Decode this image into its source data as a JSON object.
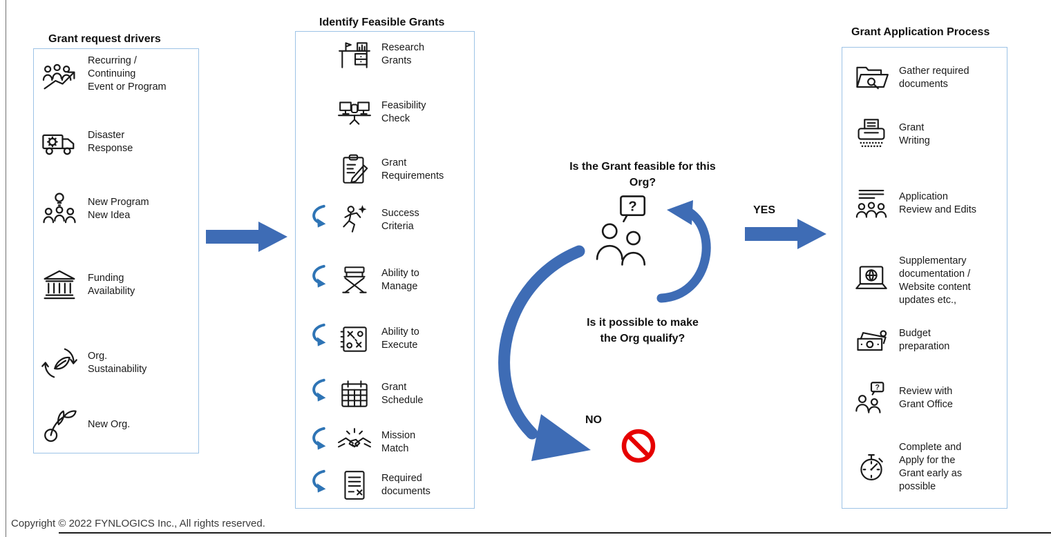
{
  "page": {
    "copyright": "Copyright © 2022 FYNLOGICS Inc., All rights reserved."
  },
  "colors": {
    "arrow-blue": "#3E6CB5",
    "arrow-blue-small": "#2E74B5",
    "no-red": "#E60000",
    "panel-border": "#9DC3E6"
  },
  "drivers": {
    "title": "Grant request drivers",
    "items": [
      {
        "label": "Recurring /\nContinuing\nEvent or Program",
        "icon": "recurring-event-icon"
      },
      {
        "label": "Disaster\nResponse",
        "icon": "disaster-response-icon"
      },
      {
        "label": "New Program\nNew Idea",
        "icon": "new-program-icon"
      },
      {
        "label": "Funding\nAvailability",
        "icon": "funding-availability-icon"
      },
      {
        "label": "Org.\nSustainability",
        "icon": "org-sustainability-icon"
      },
      {
        "label": "New Org.",
        "icon": "new-org-icon"
      }
    ]
  },
  "feasible": {
    "title": "Identify Feasible Grants",
    "items": [
      {
        "label": "Research\nGrants",
        "icon": "research-grants-icon",
        "has_arrow": false
      },
      {
        "label": "Feasibility\nCheck",
        "icon": "feasibility-check-icon",
        "has_arrow": false
      },
      {
        "label": "Grant\nRequirements",
        "icon": "grant-requirements-icon",
        "has_arrow": false
      },
      {
        "label": "Success\nCriteria",
        "icon": "success-criteria-icon",
        "has_arrow": true
      },
      {
        "label": "Ability to\nManage",
        "icon": "ability-to-manage-icon",
        "has_arrow": true
      },
      {
        "label": "Ability to\nExecute",
        "icon": "ability-to-execute-icon",
        "has_arrow": true
      },
      {
        "label": "Grant\nSchedule",
        "icon": "grant-schedule-icon",
        "has_arrow": true
      },
      {
        "label": "Mission\nMatch",
        "icon": "mission-match-icon",
        "has_arrow": true
      },
      {
        "label": "Required\ndocuments",
        "icon": "required-documents-icon",
        "has_arrow": true
      }
    ]
  },
  "decision": {
    "question_top": "Is the Grant feasible for this\nOrg?",
    "question_bottom": "Is it possible to make\nthe Org qualify?",
    "yes_label": "YES",
    "no_label": "NO"
  },
  "application": {
    "title": "Grant Application Process",
    "items": [
      {
        "label": "Gather required\ndocuments",
        "icon": "gather-documents-icon"
      },
      {
        "label": "Grant\nWriting",
        "icon": "grant-writing-icon"
      },
      {
        "label": "Application\nReview and Edits",
        "icon": "application-review-icon"
      },
      {
        "label": "Supplementary\ndocumentation /\nWebsite content\nupdates etc.,",
        "icon": "supplementary-docs-icon"
      },
      {
        "label": "Budget\npreparation",
        "icon": "budget-preparation-icon"
      },
      {
        "label": "Review with\nGrant Office",
        "icon": "review-grant-office-icon"
      },
      {
        "label": "Complete and\nApply for the\nGrant early as\npossible",
        "icon": "apply-early-icon"
      }
    ]
  }
}
